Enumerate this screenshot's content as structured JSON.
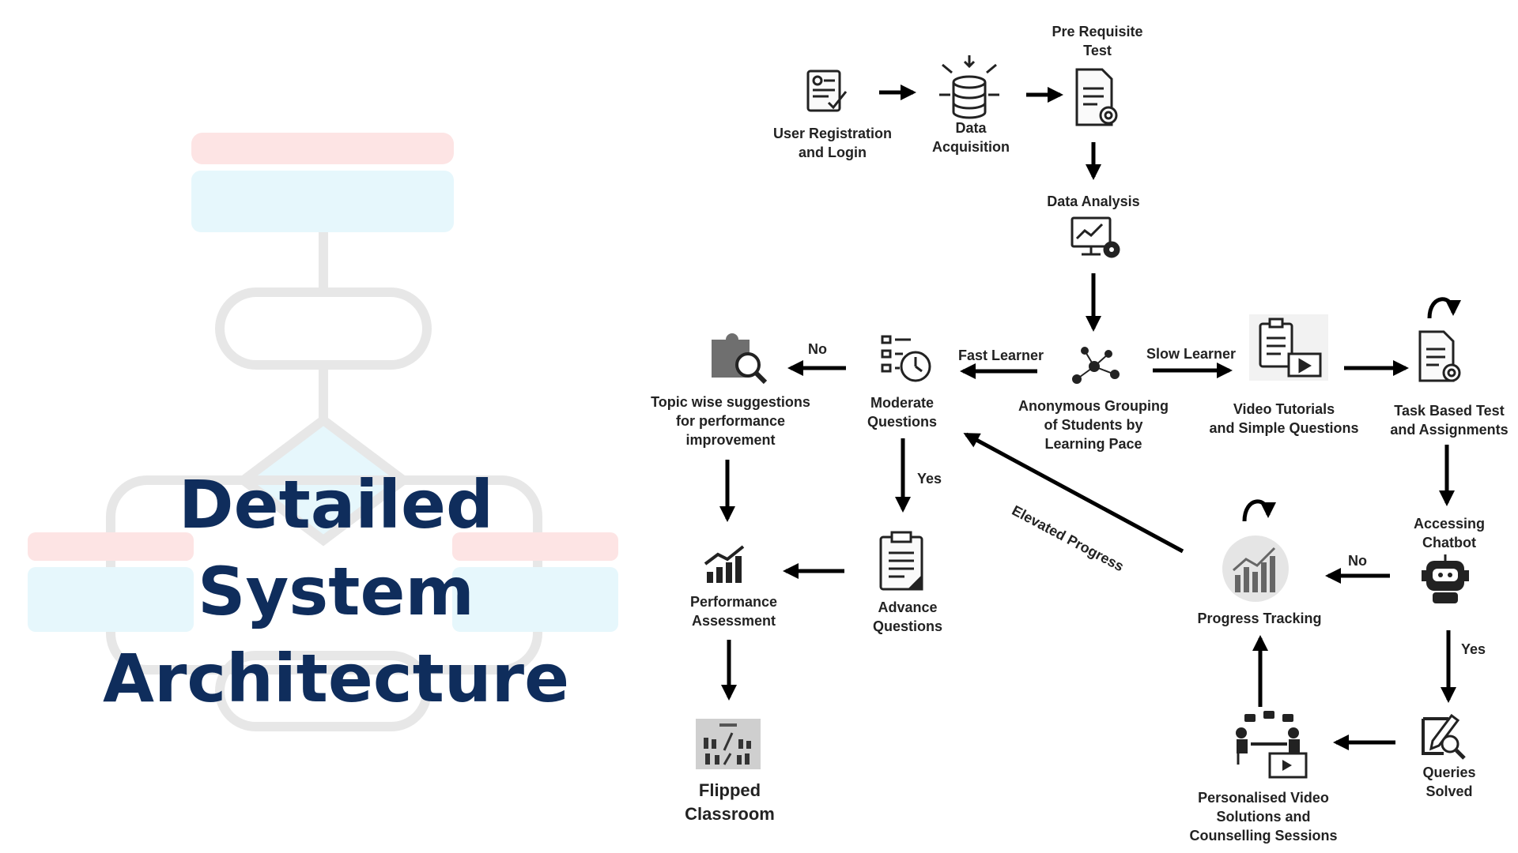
{
  "title": {
    "line1": "Detailed",
    "line2": "System",
    "line3": "Architecture"
  },
  "nodes": {
    "user_registration": [
      "User Registration",
      "and Login"
    ],
    "data_acquisition": [
      "Data",
      "Acquisition"
    ],
    "pre_requisite_test": [
      "Pre Requisite",
      "Test"
    ],
    "data_analysis": [
      "Data Analysis"
    ],
    "anonymous_grouping": [
      "Anonymous Grouping",
      "of Students by",
      "Learning Pace"
    ],
    "moderate_questions": [
      "Moderate",
      "Questions"
    ],
    "topic_wise_suggestions": [
      "Topic wise suggestions",
      "for performance",
      "improvement"
    ],
    "video_tutorials": [
      "Video Tutorials",
      "and Simple Questions"
    ],
    "task_based_test": [
      "Task Based Test",
      "and Assignments"
    ],
    "accessing_chatbot": [
      "Accessing",
      "Chatbot"
    ],
    "progress_tracking": [
      "Progress Tracking"
    ],
    "advance_questions": [
      "Advance",
      "Questions"
    ],
    "performance_assessment": [
      "Performance",
      "Assessment"
    ],
    "flipped_classroom": [
      "Flipped",
      "Classroom"
    ],
    "queries_solved": [
      "Queries",
      "Solved"
    ],
    "personalised_video": [
      "Personalised Video",
      "Solutions and",
      "Counselling Sessions"
    ]
  },
  "edge_labels": {
    "fast_learner": "Fast Learner",
    "slow_learner": "Slow Learner",
    "no_topic": "No",
    "yes_advance": "Yes",
    "elevated_progress": "Elevated Progress",
    "no_progress": "No",
    "yes_queries": "Yes"
  },
  "colors": {
    "title": "#0f2d5c",
    "decor_pink": "#fde4e4",
    "decor_blue": "#e6f7fc",
    "decor_outline": "#e7e7e7",
    "arrow": "#000000"
  },
  "icons": {
    "user_registration": "registration-form-icon",
    "data_acquisition": "database-icon",
    "pre_requisite_test": "test-document-icon",
    "data_analysis": "analysis-monitor-icon",
    "anonymous_grouping": "network-grouping-icon",
    "moderate_questions": "checklist-clock-icon",
    "topic_wise_suggestions": "puzzle-search-icon",
    "video_tutorials": "clipboard-video-icon",
    "task_based_test": "task-test-icon",
    "accessing_chatbot": "chatbot-icon",
    "progress_tracking": "progress-chart-icon",
    "advance_questions": "clipboard-icon",
    "performance_assessment": "performance-chart-icon",
    "flipped_classroom": "classroom-image-icon",
    "queries_solved": "pencil-search-icon",
    "personalised_video": "counselling-icon"
  }
}
